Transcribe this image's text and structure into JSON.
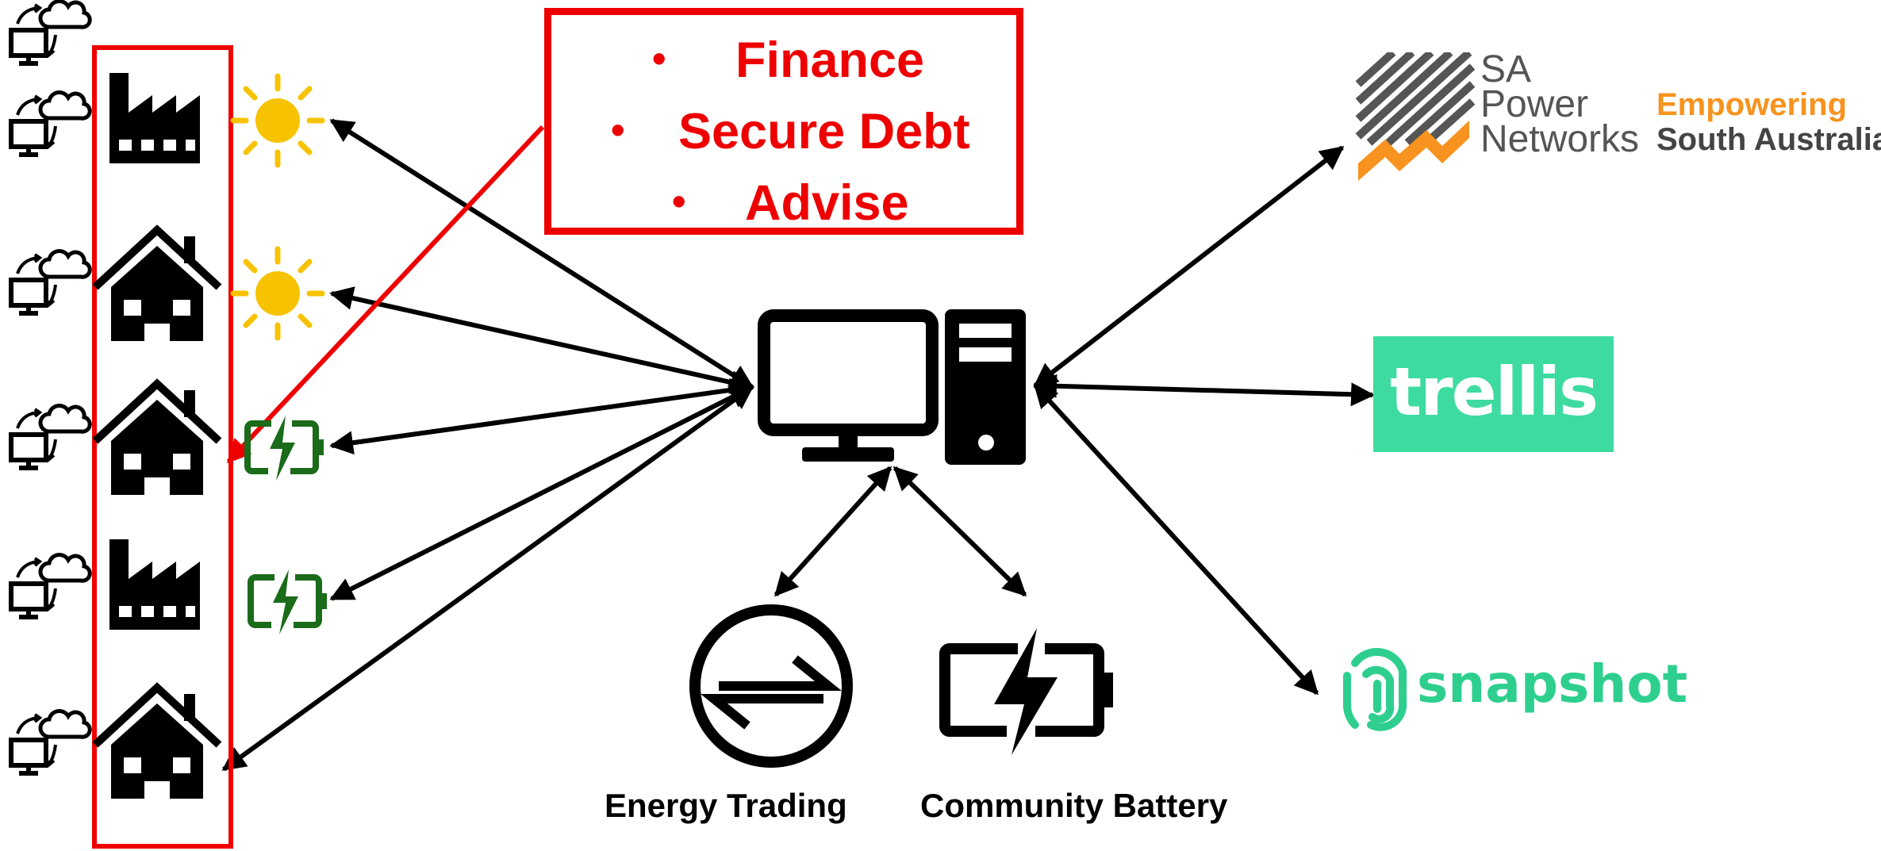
{
  "finance_box": {
    "items": [
      "Finance",
      "Secure Debt",
      "Advise"
    ],
    "bullet": "•"
  },
  "logos": {
    "sa_power_networks": {
      "line1": "SA",
      "line2": "Power",
      "line3": "Networks"
    },
    "empowering": {
      "line1": "Empowering",
      "line2": "South Australia"
    },
    "trellis": "trellis",
    "snapshot": "snapshot"
  },
  "captions": {
    "energy_trading": "Energy Trading",
    "community_battery": "Community Battery"
  },
  "colors": {
    "red": "#ee0000",
    "black": "#000000",
    "sun": "#f7c300",
    "battery_green": "#1a6b1a",
    "trellis_green": "#3ddba0",
    "snapshot_green": "#2ecf8e",
    "sapn_orange": "#f7931e",
    "sapn_grey": "#555555"
  },
  "icons": {
    "participants": [
      "factory-icon",
      "house-icon",
      "house-icon",
      "factory-icon",
      "house-icon"
    ],
    "assets": [
      "sun-icon",
      "sun-icon",
      "battery-icon",
      "battery-icon",
      "none"
    ],
    "hub": "desktop-computer-icon",
    "trading": "exchange-arrows-icon",
    "community": "battery-icon"
  }
}
